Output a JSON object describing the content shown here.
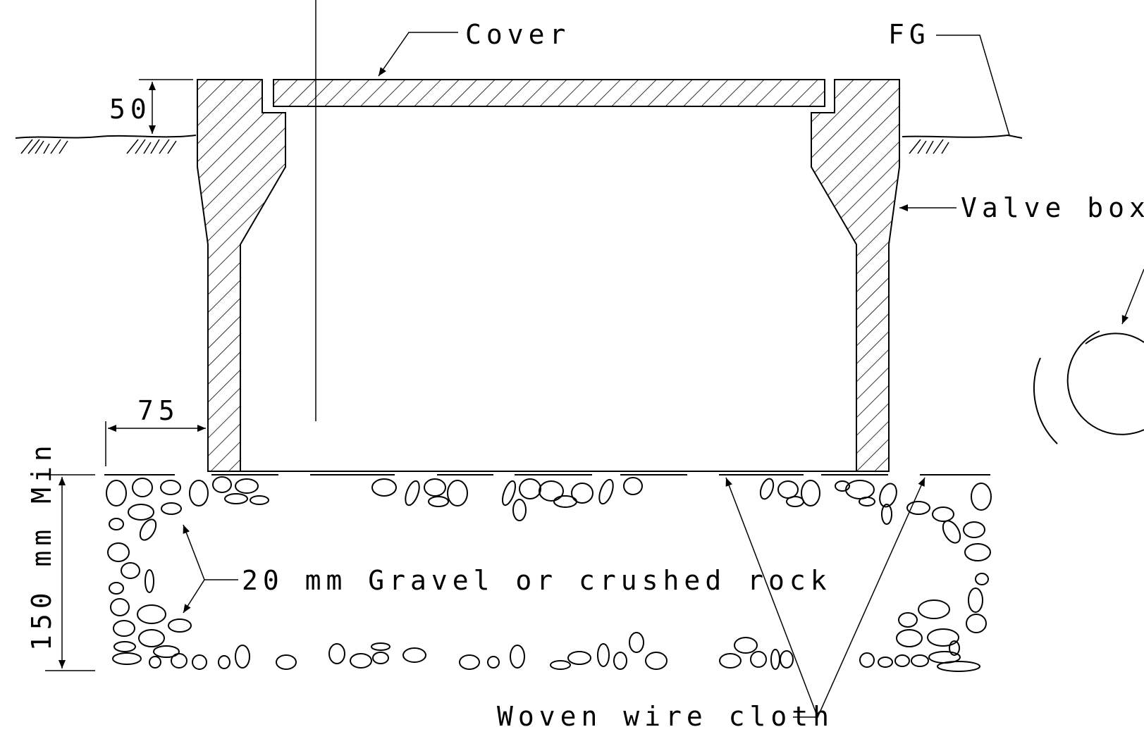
{
  "labels": {
    "cover": "Cover",
    "fg": "FG",
    "valve_box": "Valve box",
    "dim_50": "50",
    "dim_75": "75",
    "dim_150": "150 mm Min",
    "gravel": "20 mm Gravel or crushed rock",
    "wire_cloth": "Woven wire cloth"
  }
}
